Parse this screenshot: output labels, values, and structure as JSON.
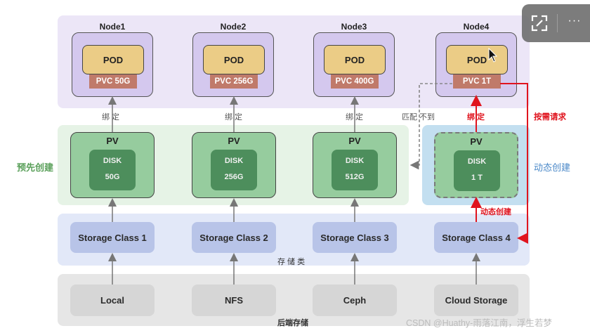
{
  "nodes": [
    {
      "title": "Node1",
      "pod": "POD",
      "pvc": "PVC 50G",
      "bind_label": "绑 定"
    },
    {
      "title": "Node2",
      "pod": "POD",
      "pvc": "PVC 256G",
      "bind_label": "绑 定"
    },
    {
      "title": "Node3",
      "pod": "POD",
      "pvc": "PVC 400G",
      "bind_label": "绑 定"
    },
    {
      "title": "Node4",
      "pod": "POD",
      "pvc": "PVC 1T",
      "bind_label": "绑 定"
    }
  ],
  "pvs": [
    {
      "label": "PV",
      "disk": "DISK",
      "size": "50G"
    },
    {
      "label": "PV",
      "disk": "DISK",
      "size": "256G"
    },
    {
      "label": "PV",
      "disk": "DISK",
      "size": "512G"
    },
    {
      "label": "PV",
      "disk": "DISK",
      "size": "1 T"
    }
  ],
  "storage_classes": [
    "Storage Class 1",
    "Storage Class 2",
    "Storage Class 3",
    "Storage Class 4"
  ],
  "backends": [
    "Local",
    "NFS",
    "Ceph",
    "Cloud Storage"
  ],
  "labels": {
    "pre_created": "预先创建",
    "dynamic_created_side": "动态创建",
    "dynamic_created_arrow": "动态创建",
    "no_match": "匹配 不到",
    "on_demand_request": "按需请求",
    "storage_class_band": "存 储 类",
    "backend_band": "后端存储"
  },
  "toolbar": {
    "expand_icon": "expand-icon",
    "more_label": "···"
  },
  "watermark": "CSDN @Huathy-雨落江南，浮生若梦",
  "colors": {
    "accent_red": "#e0141e",
    "pre_created_green": "#5aa05a",
    "dynamic_blue": "#4a88c8"
  }
}
